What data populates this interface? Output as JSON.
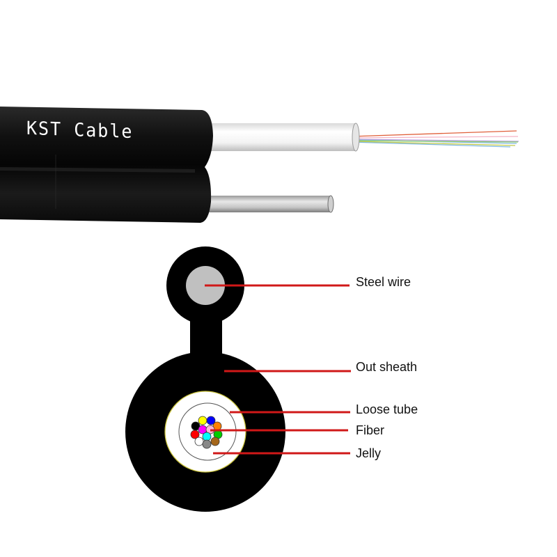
{
  "product_photo": {
    "brand_text": "KST Cable",
    "colors": {
      "sheath": "#0d0d0d",
      "loose_tube": "#f2f2f2",
      "steel_wire": "#c4c4c4"
    },
    "fiber_strand_colors": [
      "#e0603a",
      "#f4b3c6",
      "#7fb8e0",
      "#8ccf6a",
      "#c2c94a",
      "#b39ddb"
    ]
  },
  "cross_section": {
    "colors": {
      "sheath": "#000000",
      "steel_wire": "#c0c0c0",
      "tube": "#ffffff",
      "tube_outline": "#c9c23a",
      "leader_line": "#d01818"
    },
    "fibers": [
      {
        "name": "black",
        "color": "#000000"
      },
      {
        "name": "yellow",
        "color": "#ffff00"
      },
      {
        "name": "blue",
        "color": "#0000ff"
      },
      {
        "name": "orange",
        "color": "#ff7f00"
      },
      {
        "name": "red",
        "color": "#ff0000"
      },
      {
        "name": "magenta",
        "color": "#ff00ff"
      },
      {
        "name": "pink",
        "color": "#ffb6d9"
      },
      {
        "name": "green",
        "color": "#00cc00"
      },
      {
        "name": "white",
        "color": "#ffffff"
      },
      {
        "name": "cyan",
        "color": "#00ffff"
      },
      {
        "name": "gray",
        "color": "#888888"
      },
      {
        "name": "brown",
        "color": "#a5671b"
      }
    ],
    "labels": [
      {
        "id": "steel-wire",
        "text": "Steel wire"
      },
      {
        "id": "out-sheath",
        "text": "Out sheath"
      },
      {
        "id": "loose-tube",
        "text": "Loose tube"
      },
      {
        "id": "fiber",
        "text": "Fiber"
      },
      {
        "id": "jelly",
        "text": "Jelly"
      }
    ]
  }
}
